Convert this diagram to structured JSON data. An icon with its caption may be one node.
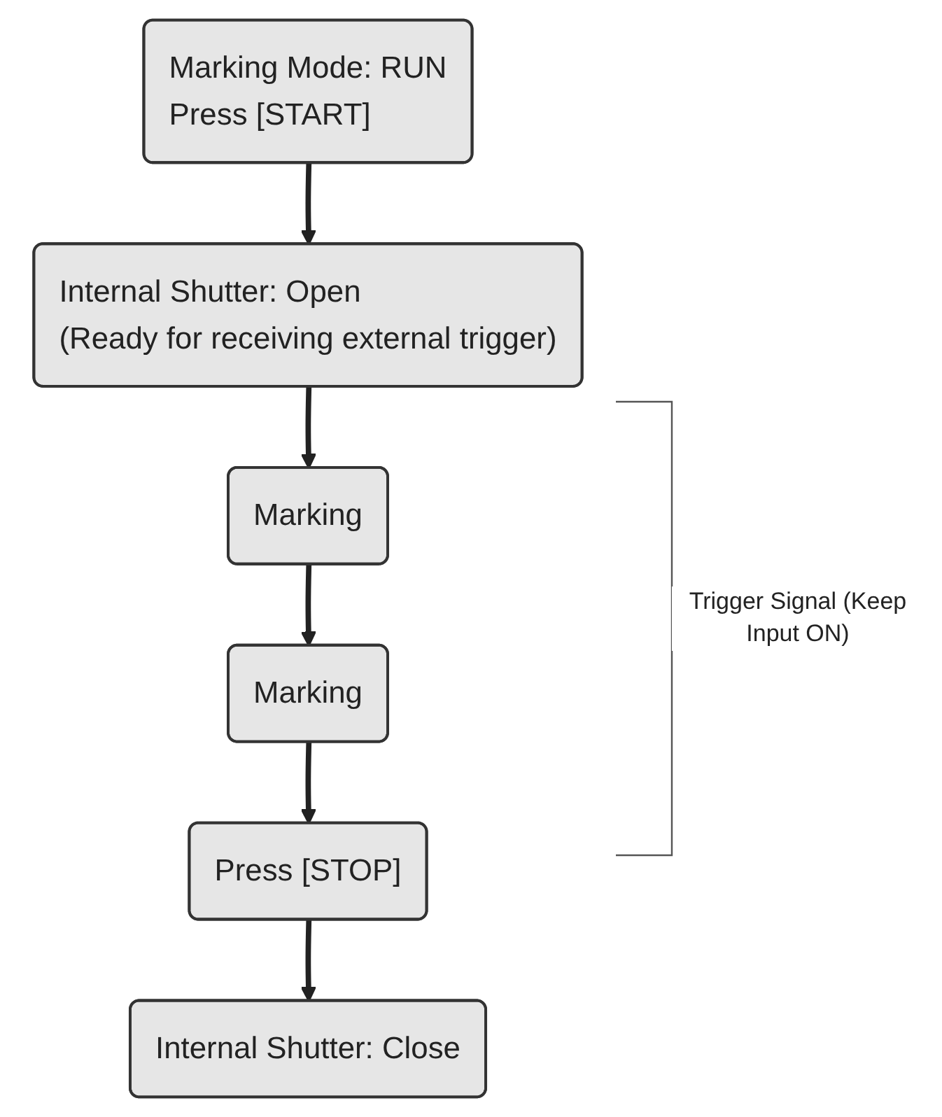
{
  "diagram": {
    "nodes": [
      {
        "text": [
          "Marking Mode: RUN",
          "Press [START]"
        ]
      },
      {
        "text": [
          "Internal Shutter: Open",
          "(Ready for receiving external trigger)"
        ]
      },
      {
        "text": [
          "Marking"
        ]
      },
      {
        "text": [
          "Marking"
        ]
      },
      {
        "text": [
          "Press [STOP]"
        ]
      },
      {
        "text": [
          "Internal Shutter: Close"
        ]
      }
    ],
    "edges": [
      {
        "from": 0,
        "to": 1,
        "arrow": "to"
      },
      {
        "from": 1,
        "to": 2,
        "arrow": "to"
      },
      {
        "from": 2,
        "to": 3,
        "arrow": "to"
      },
      {
        "from": 3,
        "to": 4,
        "arrow": "to"
      },
      {
        "from": 4,
        "to": 5,
        "arrow": "to"
      }
    ],
    "labels": [
      "Trigger Signal (Keep Input ON)"
    ]
  }
}
